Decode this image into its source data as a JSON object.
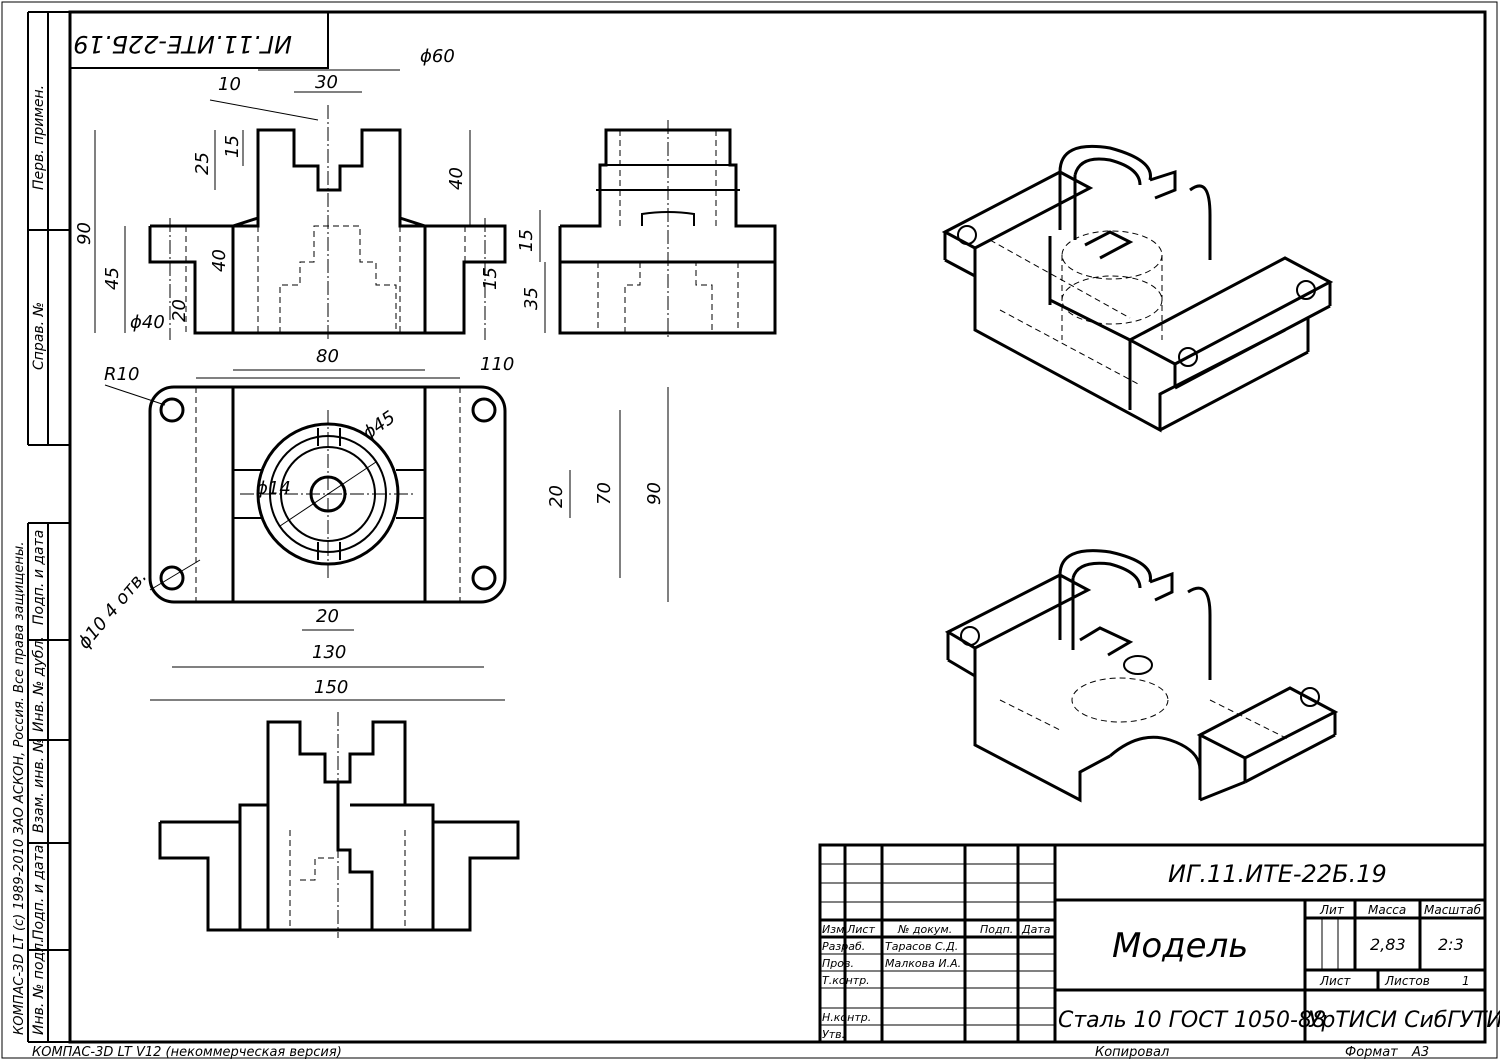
{
  "stamp": {
    "designation": "ИГ.11.ИТЕ-22Б.19",
    "title": "Модель",
    "material": "Сталь 10  ГОСТ 1050-88",
    "organization": "УрТИСИ СибГУТИ",
    "lit_label": "Лит",
    "mass_label": "Масса",
    "scale_label": "Масштаб",
    "mass": "2,83",
    "scale": "2:3",
    "sheet_label": "Лист",
    "sheets_label": "Листов",
    "sheets": "1",
    "cols": {
      "izm": "Изм.",
      "list": "Лист",
      "doc": "№ докум.",
      "sign": "Подп.",
      "date": "Дата"
    },
    "roles": {
      "developer": "Разраб.",
      "checker": "Пров.",
      "tcontrol": "Т.контр.",
      "ncontrol": "Н.контр.",
      "approved": "Утв."
    },
    "people": {
      "developer": "Тарасов С.Д.",
      "checker": "Малкова И.А."
    }
  },
  "top_stamp": "ИГ.11.ИТЕ-22Б.19",
  "left_strip": {
    "perv": "Перв. примен.",
    "sprav": "Справ. №",
    "podp_data_1": "Подп. и дата",
    "inv_dubl": "Инв. № дубл.",
    "vzam": "Взам. инв. №",
    "podp_data_2": "Подп. и дата",
    "inv_podl": "Инв. № подл."
  },
  "copyright_vertical": "КОМПАС-3D LT (c) 1989-2010 ЗАО АСКОН, Россия. Все права защищены.",
  "footer": {
    "version": "КОМПАС-3D LT V12 (некоммерческая версия)",
    "copied": "Копировал",
    "format_label": "Формат",
    "format": "А3"
  },
  "dims": {
    "d60": "ϕ60",
    "d10": "10",
    "d30": "30",
    "d25": "25",
    "d15a": "15",
    "d90v": "90",
    "d40top": "40",
    "d15b": "15",
    "d15c": "15",
    "d35": "35",
    "d45": "45",
    "d40l": "40",
    "d20l": "20",
    "d40phi": "ϕ40",
    "d80": "80",
    "d110": "110",
    "r10": "R10",
    "d45phi": "ϕ45",
    "d14phi": "ϕ14",
    "d20v": "20",
    "d70": "70",
    "d90p": "90",
    "d20h": "20",
    "d130": "130",
    "d150": "150",
    "holes": "ϕ10 4 отв."
  }
}
